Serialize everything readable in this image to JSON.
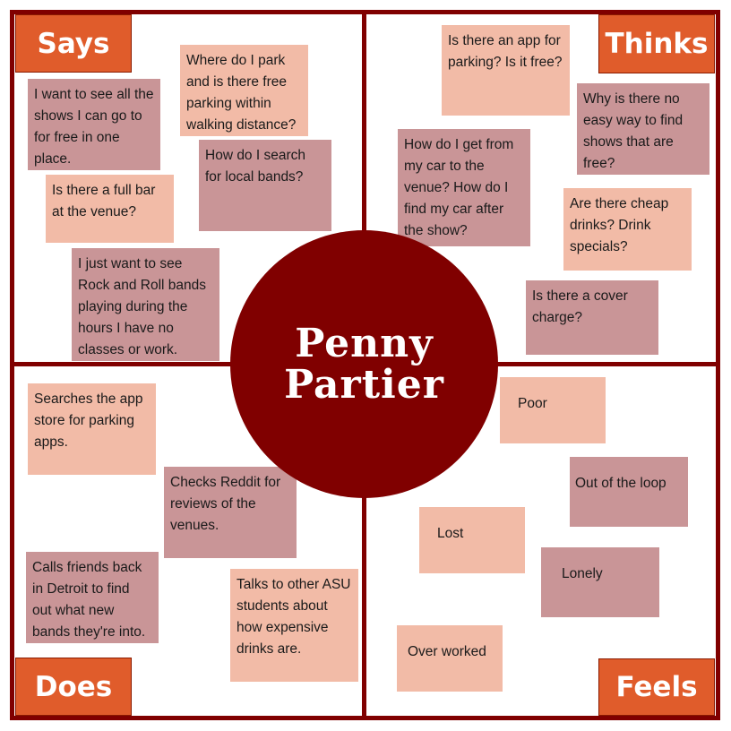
{
  "persona": {
    "first_name": "Penny",
    "last_name": "Partier"
  },
  "colors": {
    "frame": "#800000",
    "label": "#E05C2B",
    "peach": "#F2BBA7",
    "mauve": "#C99597"
  },
  "quadrants": {
    "says": {
      "label": "Says",
      "notes": [
        "I want to see all the shows I can go to for free in one place.",
        "Where do I park and is there free parking within walking distance?",
        "How do I search for local bands?",
        "Is there a full bar at the venue?",
        "I just want to see Rock and Roll bands playing during the hours I have no classes or work."
      ]
    },
    "thinks": {
      "label": "Thinks",
      "notes": [
        "Is there an app for parking? Is it free?",
        "Why is there no easy way to find shows that are free?",
        "How do I get from my car to the venue? How do I find my car after the show?",
        "Are there cheap drinks? Drink specials?",
        "Is there a cover charge?"
      ]
    },
    "does": {
      "label": "Does",
      "notes": [
        "Searches the app store for parking apps.",
        "Checks Reddit for reviews of the venues.",
        "Calls friends back in Detroit to find out what new bands they're into.",
        "Talks to other ASU students about how expensive drinks are."
      ]
    },
    "feels": {
      "label": "Feels",
      "notes": [
        "Poor",
        "Out of the loop",
        "Lost",
        "Lonely",
        "Over worked"
      ]
    }
  }
}
